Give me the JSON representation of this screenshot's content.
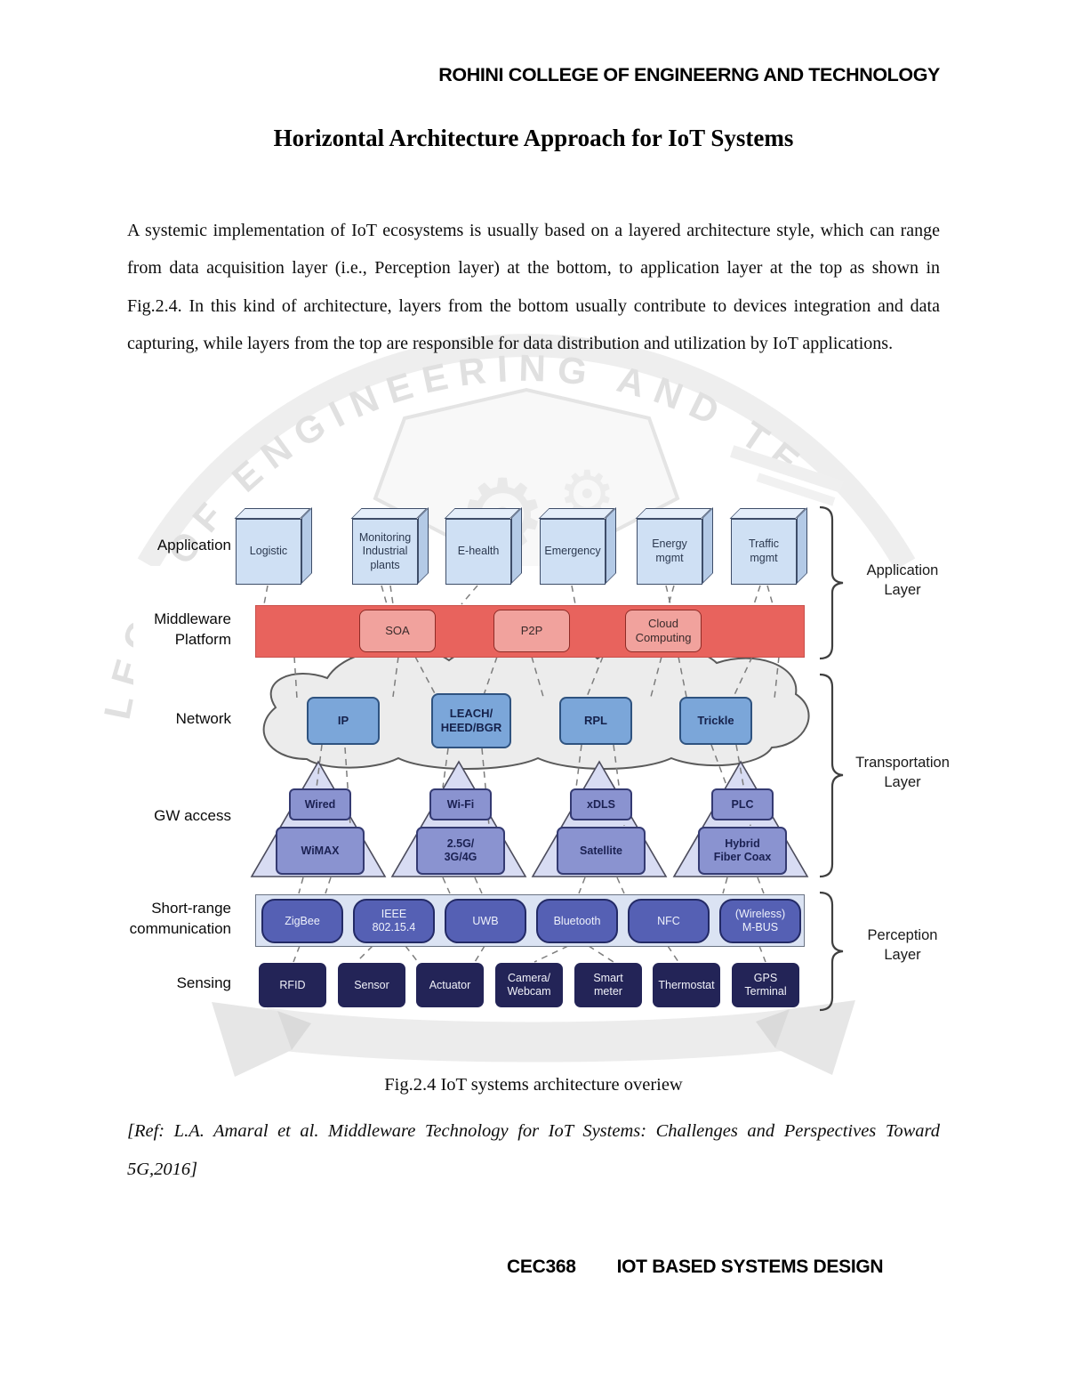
{
  "header": {
    "institution": "ROHINI COLLEGE OF ENGINEERNG AND TECHNOLOGY"
  },
  "title": "Horizontal Architecture Approach for IoT Systems",
  "body_paragraph": "A systemic implementation of IoT ecosystems is usually based on a layered architecture style, which can range from data acquisition layer (i.e., Perception layer) at the bottom, to application layer at the top as shown in Fig.2.4. In this kind of architecture, layers from the bottom usually contribute to devices integration and data capturing, while layers from the top are responsible for data distribution and utilization by IoT applications.",
  "figure": {
    "caption": "Fig.2.4 IoT systems architecture overiew",
    "reference": "[Ref: L.A. Amaral et al. Middleware Technology for IoT Systems: Challenges and Perspectives Toward 5G,2016]",
    "row_labels": {
      "application": "Application",
      "middleware": "Middleware\nPlatform",
      "network": "Network",
      "gw_access": "GW access",
      "short_range": "Short-range\ncommunication",
      "sensing": "Sensing"
    },
    "layer_labels": {
      "application": "Application\nLayer",
      "transportation": "Transportation\nLayer",
      "perception": "Perception\nLayer"
    },
    "application_boxes": [
      "Logistic",
      "Monitoring\nIndustrial\nplants",
      "E-health",
      "Emergency",
      "Energy\nmgmt",
      "Traffic\nmgmt"
    ],
    "middleware_boxes": [
      "SOA",
      "P2P",
      "Cloud\nComputing"
    ],
    "network_boxes": [
      "IP",
      "LEACH/\nHEED/BGR",
      "RPL",
      "Trickle"
    ],
    "gw_triangles": [
      {
        "top": "Wired",
        "bottom": "WiMAX"
      },
      {
        "top": "Wi-Fi",
        "bottom": "2.5G/\n3G/4G"
      },
      {
        "top": "xDLS",
        "bottom": "Satellite"
      },
      {
        "top": "PLC",
        "bottom": "Hybrid\nFiber Coax"
      }
    ],
    "short_range_boxes": [
      "ZigBee",
      "IEEE\n802.15.4",
      "UWB",
      "Bluetooth",
      "NFC",
      "(Wireless)\nM-BUS"
    ],
    "sensing_boxes": [
      "RFID",
      "Sensor",
      "Actuator",
      "Camera/\nWebcam",
      "Smart\nmeter",
      "Thermostat",
      "GPS\nTerminal"
    ]
  },
  "watermark": {
    "arc_text": "LEGE OF ENGINEERING AND TE"
  },
  "footer": {
    "course_code": "CEC368",
    "course_title": "IOT BASED SYSTEMS DESIGN"
  },
  "colors": {
    "middleware_bar": "#e8635d",
    "middleware_box": "#f1a29d",
    "application_box": "#cfe0f4",
    "network_box": "#7ba6d9",
    "gw_triangle": "#d8dcf3",
    "gw_triangle_box": "#8a93d0",
    "short_range_bar": "#dbe3f3",
    "short_range_box": "#5560b4",
    "sensing_box": "#232457"
  }
}
